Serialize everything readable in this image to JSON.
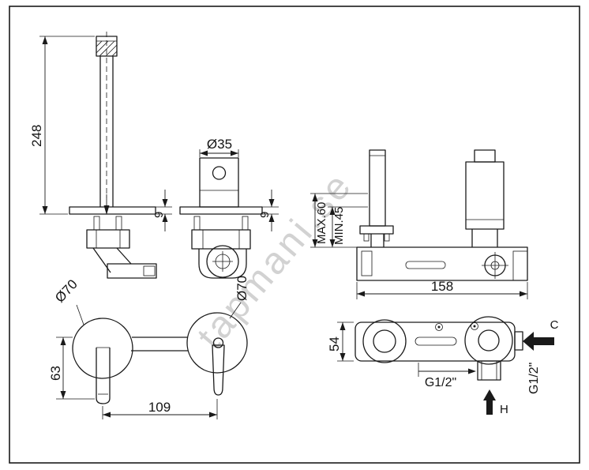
{
  "watermark": "tapmani.se",
  "views": {
    "spout_side": {
      "dim_height": "248",
      "dim_plate_thickness": "9"
    },
    "handle_side": {
      "dim_handle_diameter": "Ø35",
      "dim_plate_thickness": "9"
    },
    "body_side": {
      "dim_max_depth": "MAX.60",
      "dim_min_depth": "MIN.45",
      "dim_body_width": "158"
    },
    "front": {
      "dim_rosette_left": "Ø70",
      "dim_rosette_right": "Ø70",
      "dim_spout_drop": "63",
      "dim_centers": "109"
    },
    "plan": {
      "dim_body_depth": "54",
      "thread_bottom": "G1/2\"",
      "thread_side": "G1/2\"",
      "cold_label": "C",
      "hot_label": "H"
    }
  }
}
